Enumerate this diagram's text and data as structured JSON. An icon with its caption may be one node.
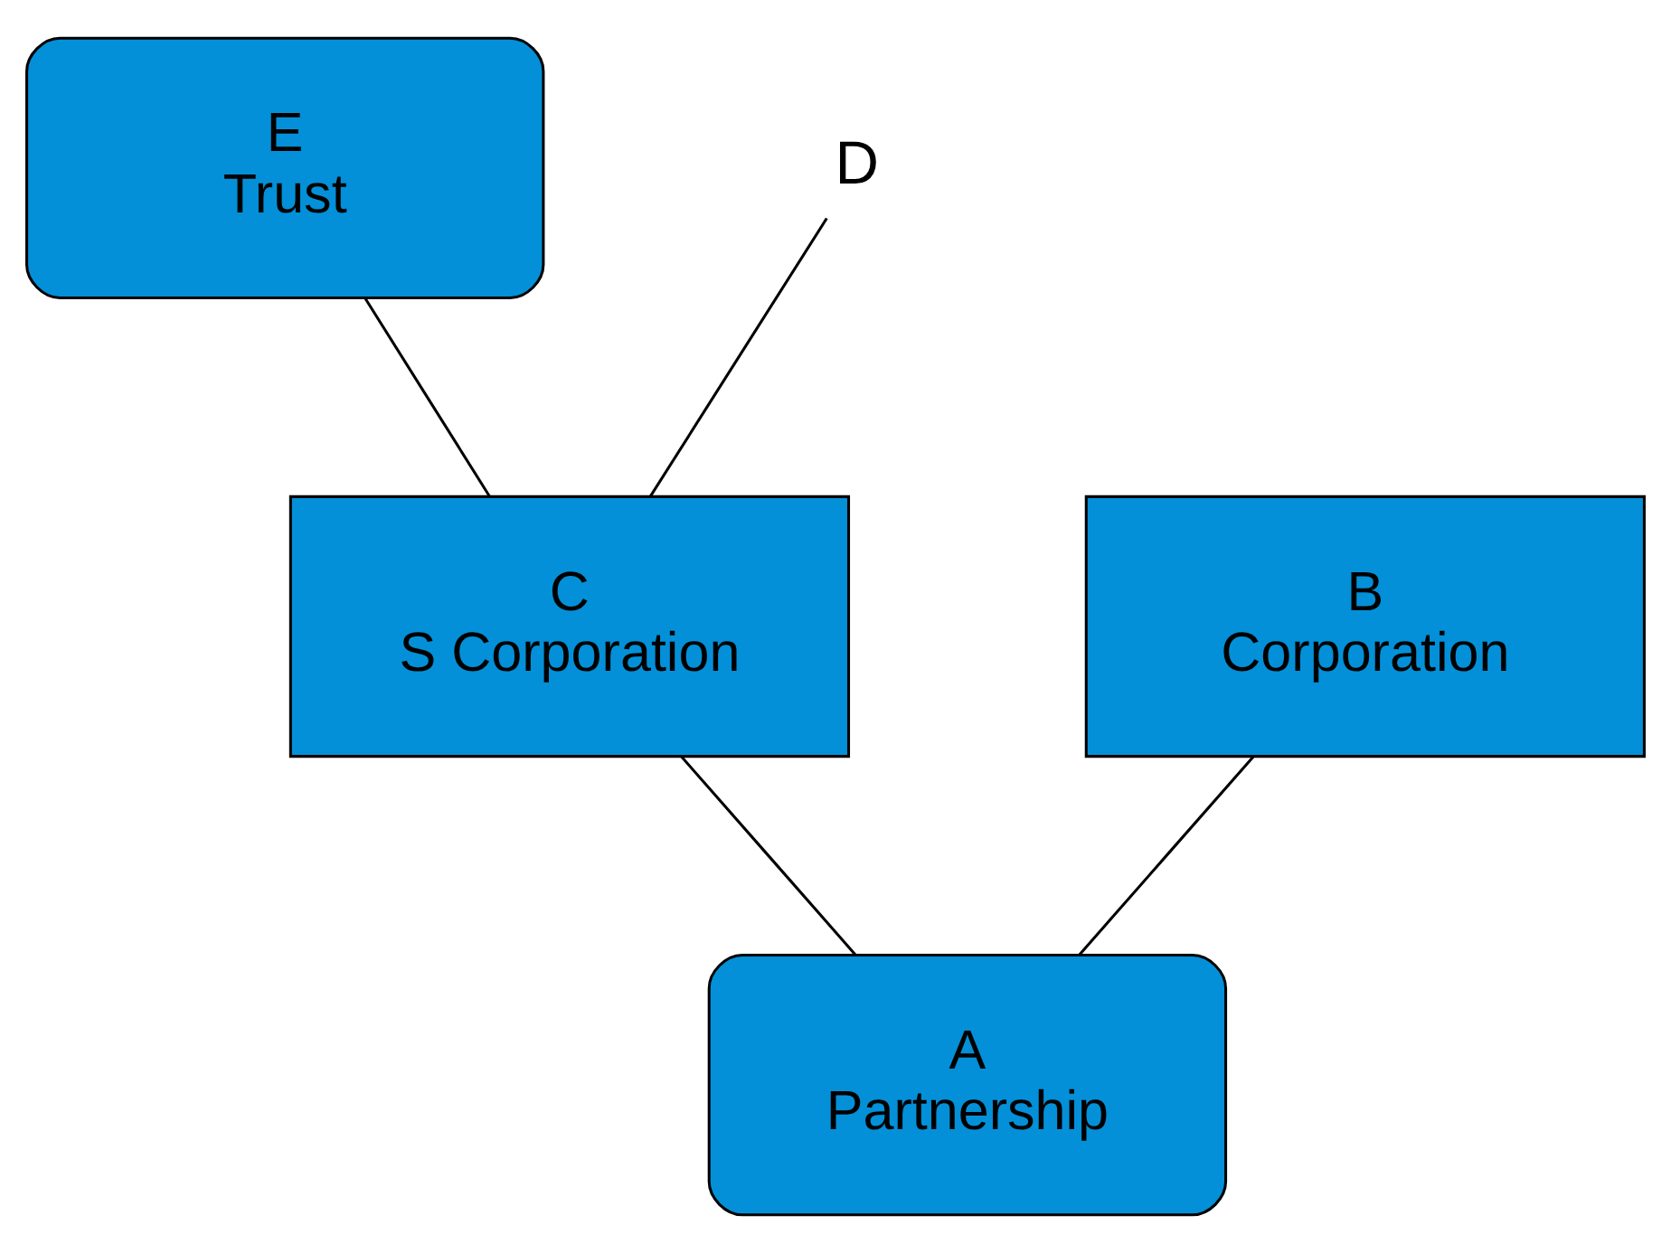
{
  "diagram": {
    "nodes": [
      {
        "text": [
          "E",
          "Trust"
        ]
      },
      {
        "text": [
          "D"
        ]
      },
      {
        "text": [
          "C",
          "S Corporation"
        ]
      },
      {
        "text": [
          "B",
          "Corporation"
        ]
      },
      {
        "text": [
          "A",
          "Partnership"
        ]
      }
    ],
    "edges": [
      {
        "from": 0,
        "to": 2,
        "arrow": "none"
      },
      {
        "from": 1,
        "to": 2,
        "arrow": "none"
      },
      {
        "from": 2,
        "to": 4,
        "arrow": "none"
      },
      {
        "from": 3,
        "to": 4,
        "arrow": "none"
      }
    ]
  }
}
